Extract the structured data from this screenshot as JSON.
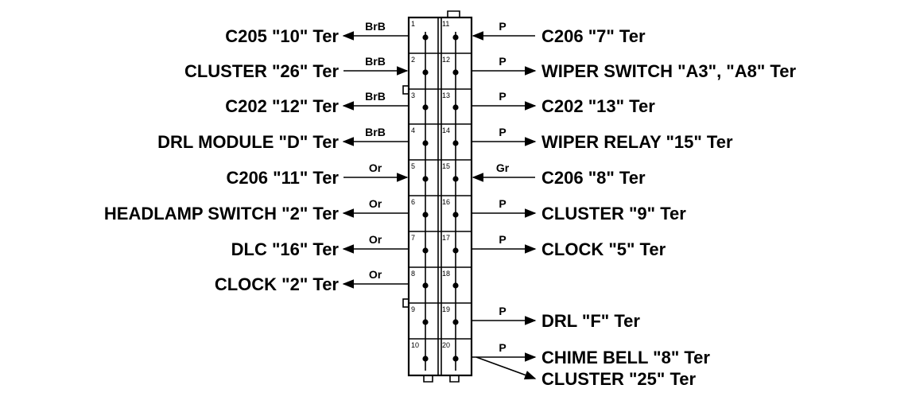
{
  "left_rows": [
    {
      "pin": "1",
      "label": "C205 \"10\" Ter",
      "wire": "BrB",
      "dir": "out"
    },
    {
      "pin": "2",
      "label": "CLUSTER \"26\" Ter",
      "wire": "BrB",
      "dir": "in"
    },
    {
      "pin": "3",
      "label": "C202 \"12\" Ter",
      "wire": "BrB",
      "dir": "out"
    },
    {
      "pin": "4",
      "label": "DRL MODULE \"D\" Ter",
      "wire": "BrB",
      "dir": "out"
    },
    {
      "pin": "5",
      "label": "C206 \"11\" Ter",
      "wire": "Or",
      "dir": "in"
    },
    {
      "pin": "6",
      "label": "HEADLAMP SWITCH \"2\" Ter",
      "wire": "Or",
      "dir": "out"
    },
    {
      "pin": "7",
      "label": "DLC \"16\" Ter",
      "wire": "Or",
      "dir": "out"
    },
    {
      "pin": "8",
      "label": "CLOCK \"2\" Ter",
      "wire": "Or",
      "dir": "out"
    },
    {
      "pin": "9",
      "label": "",
      "wire": "",
      "dir": ""
    },
    {
      "pin": "10",
      "label": "",
      "wire": "",
      "dir": ""
    }
  ],
  "right_rows": [
    {
      "pin": "11",
      "label": "C206 \"7\" Ter",
      "wire": "P",
      "dir": "in"
    },
    {
      "pin": "12",
      "label": "WIPER SWITCH \"A3\", \"A8\" Ter",
      "wire": "P",
      "dir": "out"
    },
    {
      "pin": "13",
      "label": "C202 \"13\" Ter",
      "wire": "P",
      "dir": "out"
    },
    {
      "pin": "14",
      "label": "WIPER RELAY \"15\" Ter",
      "wire": "P",
      "dir": "out"
    },
    {
      "pin": "15",
      "label": "C206 \"8\" Ter",
      "wire": "Gr",
      "dir": "in"
    },
    {
      "pin": "16",
      "label": "CLUSTER \"9\" Ter",
      "wire": "P",
      "dir": "out"
    },
    {
      "pin": "17",
      "label": "CLOCK \"5\" Ter",
      "wire": "P",
      "dir": "out"
    },
    {
      "pin": "18",
      "label": "",
      "wire": "",
      "dir": ""
    },
    {
      "pin": "19",
      "label": "DRL \"F\" Ter",
      "wire": "P",
      "dir": "out"
    },
    {
      "pin": "20",
      "label": "CHIME BELL \"8\" Ter",
      "wire": "P",
      "dir": "out"
    }
  ],
  "extra_right_label": "CLUSTER \"25\" Ter"
}
